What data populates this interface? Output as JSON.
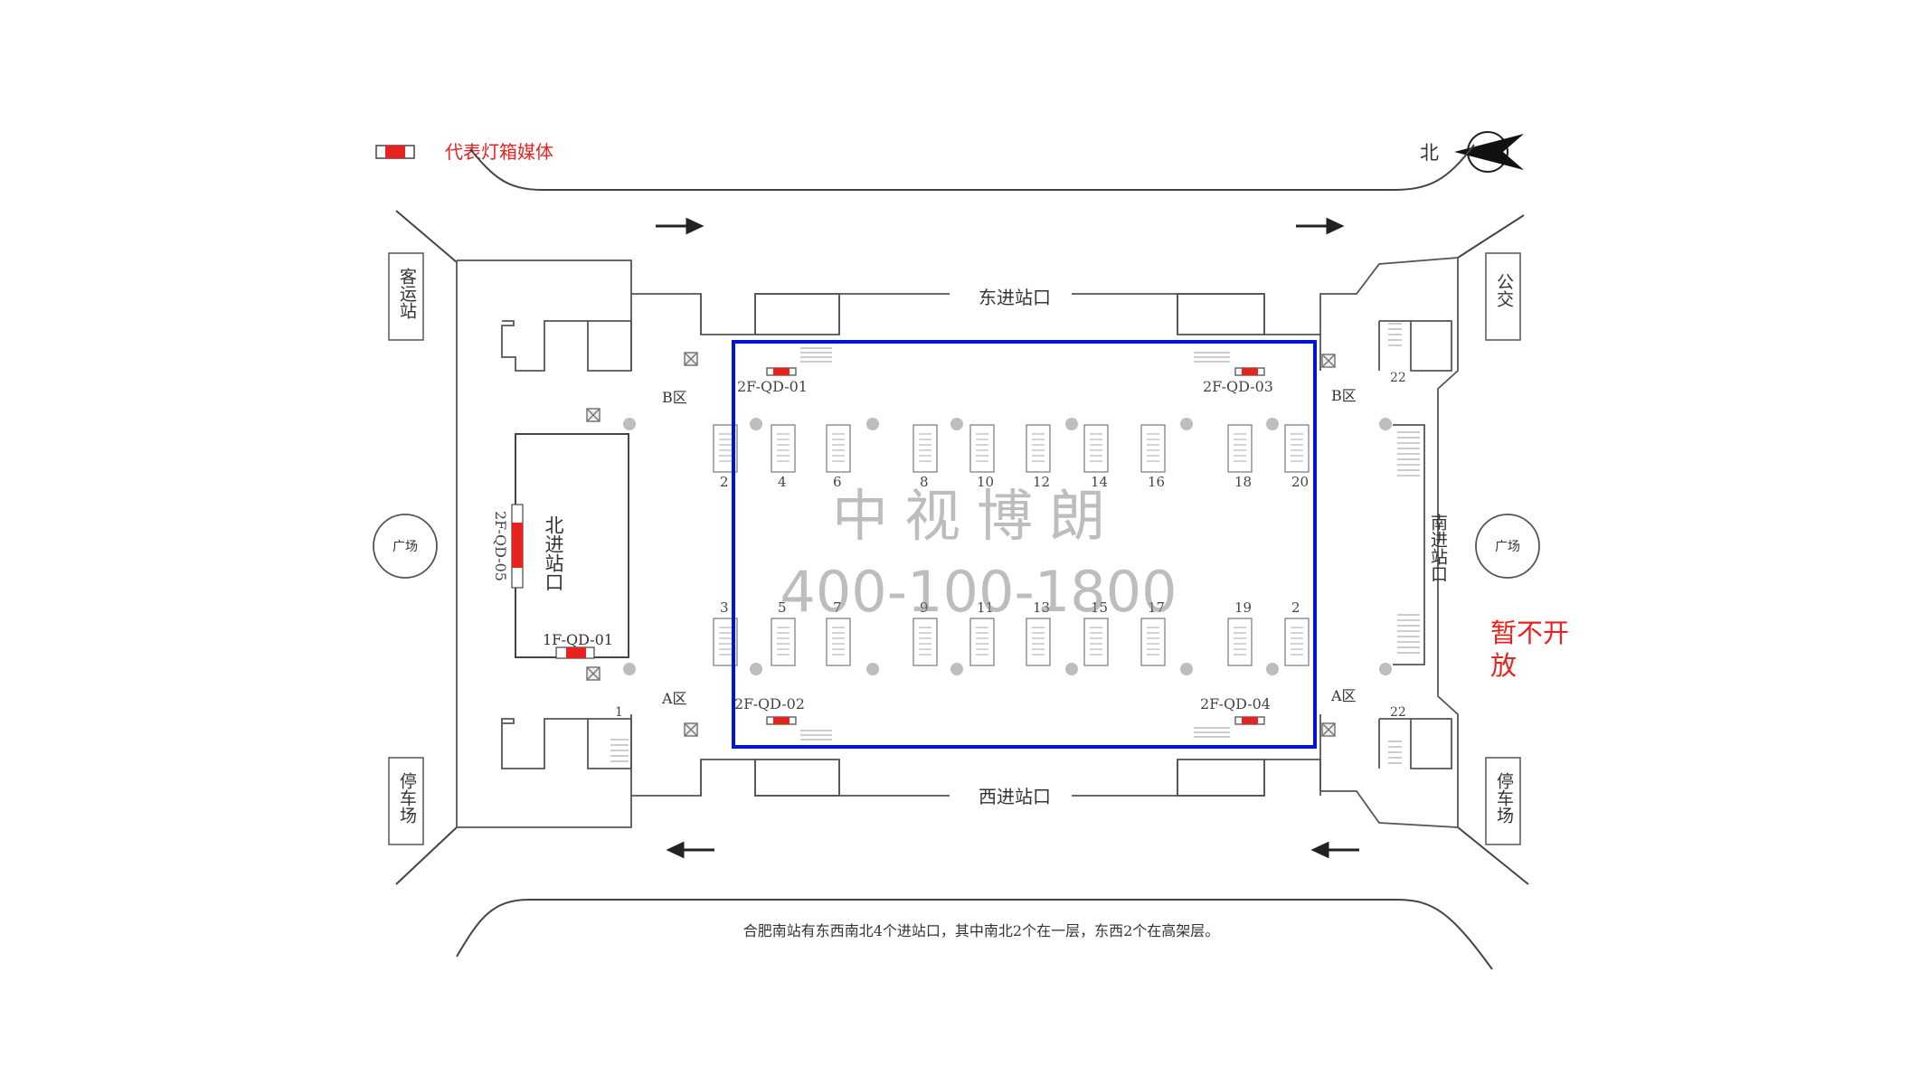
{
  "legend": {
    "label": "代表灯箱媒体"
  },
  "north": {
    "label": "北"
  },
  "arrows": {
    "top_direction": "east",
    "bottom_direction": "west"
  },
  "entrances": {
    "east": "东进站口",
    "west": "西进站口",
    "north": "北进站口",
    "south": "南进站口"
  },
  "facilities": {
    "coach": "客运站",
    "bus": "公交",
    "parking_left": "停车场",
    "parking_right": "停车场",
    "plaza_left": "广场",
    "plaza_right": "广场"
  },
  "zones": {
    "b_left": "B区",
    "b_right": "B区",
    "a_left": "A区",
    "a_right": "A区"
  },
  "media": {
    "qd01": "2F-QD-01",
    "qd02": "2F-QD-02",
    "qd03": "2F-QD-03",
    "qd04": "2F-QD-04",
    "qd05": "2F-QD-05",
    "f1qd01": "1F-QD-01"
  },
  "platforms": {
    "top": [
      "2",
      "4",
      "6",
      "8",
      "10",
      "12",
      "14",
      "16",
      "18",
      "20"
    ],
    "bottom": [
      "3",
      "5",
      "7",
      "9",
      "11",
      "13",
      "15",
      "17",
      "19",
      "2"
    ],
    "stair_top_right": "22",
    "stair_bottom_right": "22",
    "stair_bottom_left": "1"
  },
  "watermark": {
    "brand": "中视博朗",
    "phone": "400-100-1800"
  },
  "status_note": {
    "line1": "暂不开",
    "line2": "放"
  },
  "footnote": "合肥南站有东西南北4个进站口，其中南北2个在一层，东西2个在高架层。",
  "colors": {
    "highlight": "#0014d8",
    "media": "#e8231f",
    "note": "#e8231f",
    "line": "#4a4a4a"
  }
}
